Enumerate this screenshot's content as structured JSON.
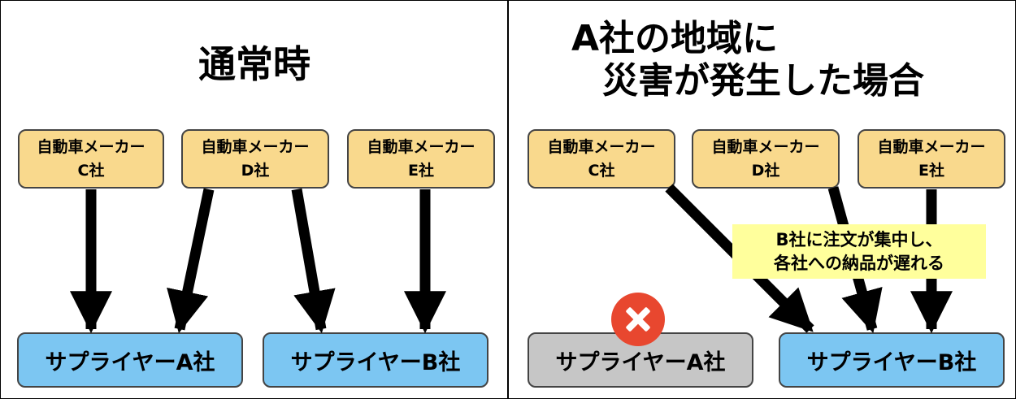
{
  "left_panel": {
    "title": "通常時",
    "makers": [
      {
        "line1": "自動車メーカー",
        "line2": "C社"
      },
      {
        "line1": "自動車メーカー",
        "line2": "D社"
      },
      {
        "line1": "自動車メーカー",
        "line2": "E社"
      }
    ],
    "suppliers": [
      "サプライヤーA社",
      "サプライヤーB社"
    ]
  },
  "right_panel": {
    "title_line1": "A社の地域に",
    "title_line2": "災害が発生した場合",
    "makers": [
      {
        "line1": "自動車メーカー",
        "line2": "C社"
      },
      {
        "line1": "自動車メーカー",
        "line2": "D社"
      },
      {
        "line1": "自動車メーカー",
        "line2": "E社"
      }
    ],
    "suppliers": [
      "サプライヤーA社",
      "サプライヤーB社"
    ],
    "note_line1": "B社に注文が集中し、",
    "note_line2": "各社への納品が遅れる"
  },
  "colors": {
    "maker": "#f9d98d",
    "supplier": "#7cc6f2",
    "supplier_down": "#c6c6c6",
    "note": "#ffff9c",
    "x_mark": "#e8472f"
  },
  "icons": {
    "disrupted_marker": "x-circle-icon"
  }
}
